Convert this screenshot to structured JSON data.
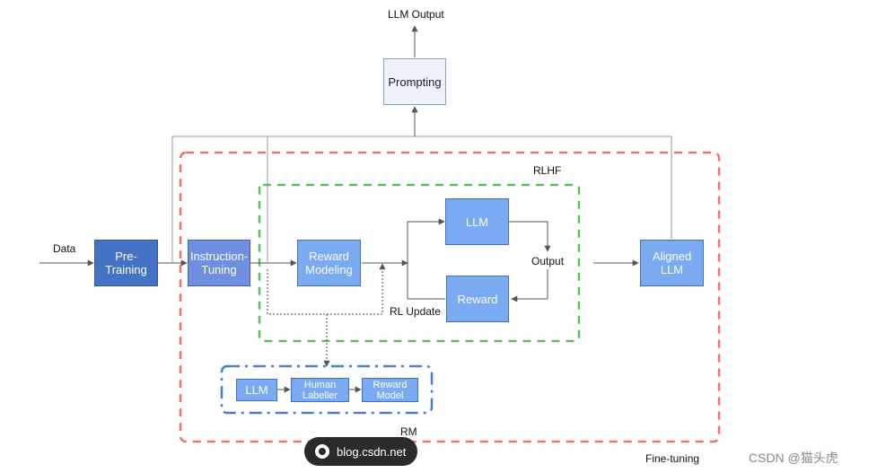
{
  "labels": {
    "llm_output": "LLM Output",
    "data": "Data",
    "rlhf": "RLHF",
    "output": "Output",
    "rl_update": "RL Update",
    "rm": "RM",
    "fine_tuning": "Fine-tuning"
  },
  "boxes": {
    "prompting": "Prompting",
    "pre_training": "Pre-Training",
    "instruction_tuning": "Instruction-\nTuning",
    "reward_modeling": "Reward\nModeling",
    "llm": "LLM",
    "reward": "Reward",
    "aligned_llm": "Aligned\nLLM",
    "rm_llm": "LLM",
    "human_labeller": "Human\nLabeller",
    "reward_model": "Reward\nModel"
  },
  "watermarks": {
    "badge": "blog.csdn.net",
    "csdn": "CSDN @猫头虎"
  },
  "colors": {
    "fine_tuning_border": "#f07070",
    "rlhf_border": "#5cc05c",
    "rm_border": "#4a7fc8"
  }
}
